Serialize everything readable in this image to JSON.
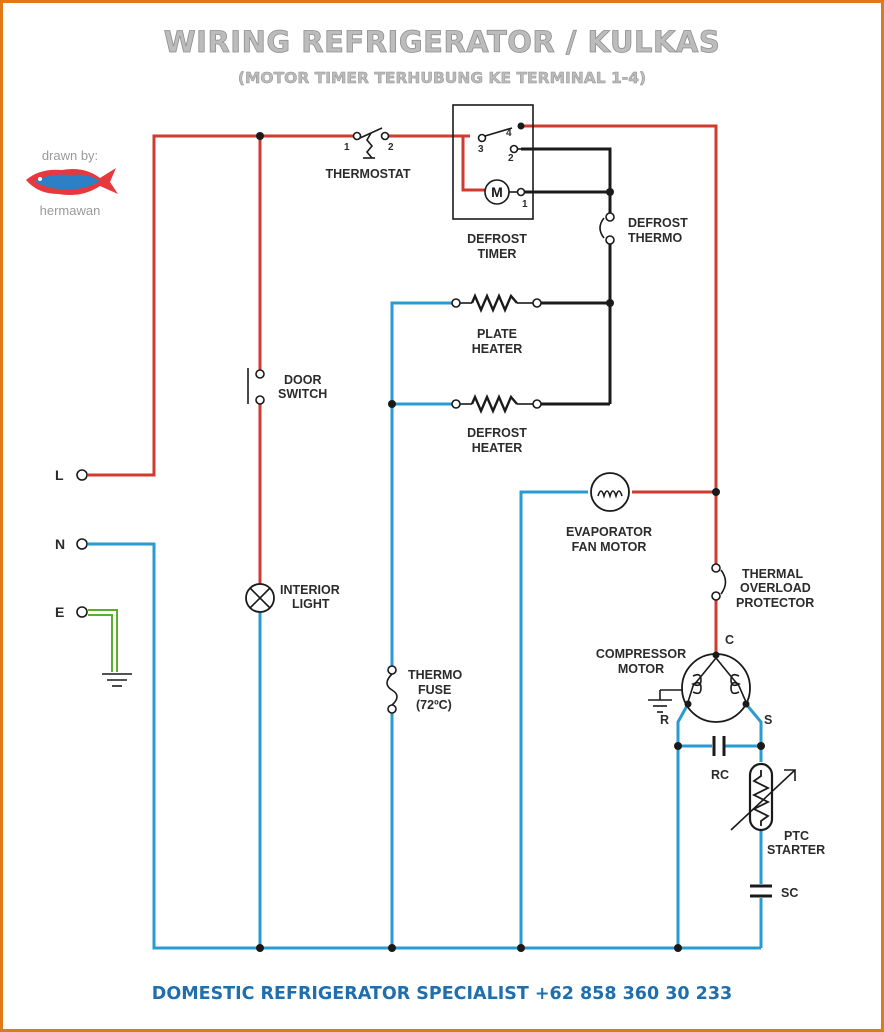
{
  "title": "WIRING REFRIGERATOR / KULKAS",
  "subtitle": "(MOTOR TIMER TERHUBUNG KE TERMINAL 1-4)",
  "credit": {
    "line1": "drawn by:",
    "line2": "hermawan"
  },
  "terminals": {
    "L": "L",
    "N": "N",
    "E": "E"
  },
  "components": {
    "thermostat": "THERMOSTAT",
    "defrost_timer": [
      "DEFROST",
      "TIMER"
    ],
    "motor_symbol": "M",
    "defrost_thermo": [
      "DEFROST",
      "THERMO"
    ],
    "plate_heater": [
      "PLATE",
      "HEATER"
    ],
    "defrost_heater": [
      "DEFROST",
      "HEATER"
    ],
    "door_switch": [
      "DOOR",
      "SWITCH"
    ],
    "interior_light": [
      "INTERIOR",
      "LIGHT"
    ],
    "evaporator_fan": [
      "EVAPORATOR",
      "FAN MOTOR"
    ],
    "thermal_overload": [
      "THERMAL",
      "OVERLOAD",
      "PROTECTOR"
    ],
    "compressor": [
      "COMPRESSOR",
      "MOTOR"
    ],
    "thermo_fuse": [
      "THERMO",
      "FUSE",
      "(72ºC)"
    ],
    "rc": "RC",
    "ptc": [
      "PTC",
      "STARTER"
    ],
    "sc": "SC"
  },
  "pins": {
    "thermostat": [
      "1",
      "2"
    ],
    "timer": [
      "3",
      "4",
      "2",
      "1"
    ],
    "compressor": [
      "C",
      "R",
      "S"
    ]
  },
  "footer": "DOMESTIC REFRIGERATOR SPECIALIST +62 858 360 30 233",
  "colors": {
    "line_wire": "#d03a2f",
    "neutral_wire": "#2a9bd0",
    "timer_wire": "#1a1a1a",
    "earth_wire": "#5cae2e",
    "border": "#e07a18",
    "footer_text": "#1f6fae"
  }
}
